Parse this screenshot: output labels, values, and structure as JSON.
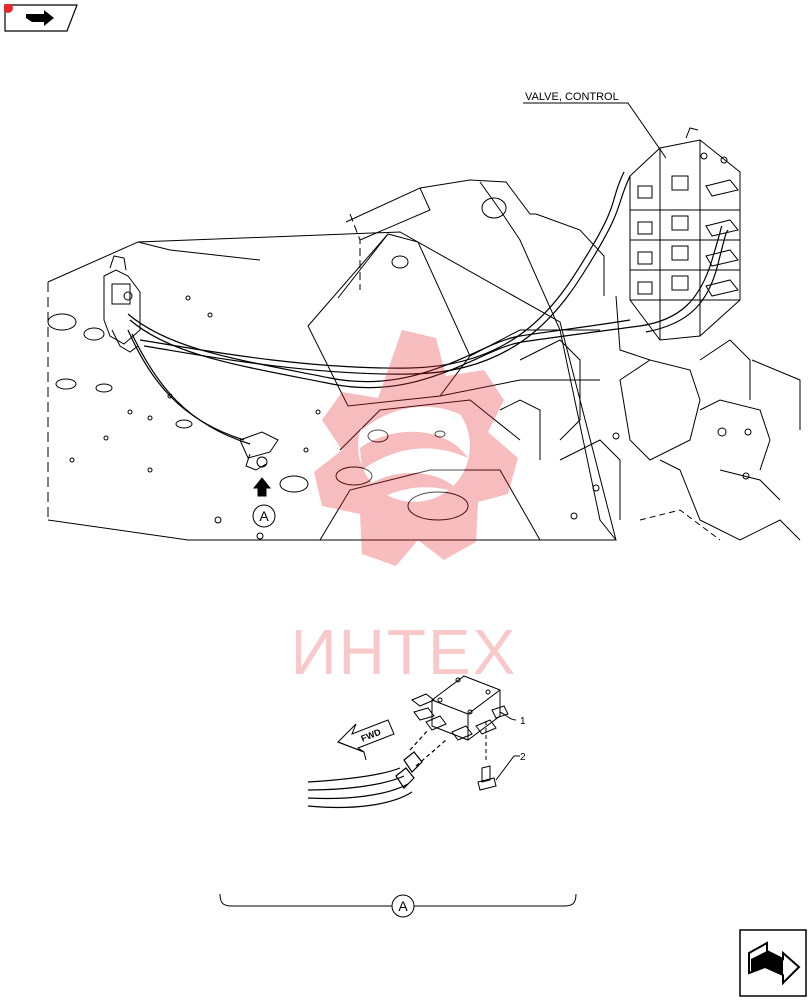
{
  "diagram": {
    "callouts": {
      "valve_control": "VALVE, CONTROL",
      "part_1": "1",
      "part_2": "2",
      "detail_ref": "A",
      "detail_title": "A",
      "fwd_arrow": "FWD"
    },
    "watermark": {
      "text": "ИНТЕХ",
      "color": "#e8262b"
    }
  },
  "nav": {
    "prev_icon": "back-arrow-icon",
    "next_icon": "next-page-arrow-icon"
  },
  "colors": {
    "line": "#000000",
    "background": "#ffffff",
    "watermark": "#e8262b"
  }
}
